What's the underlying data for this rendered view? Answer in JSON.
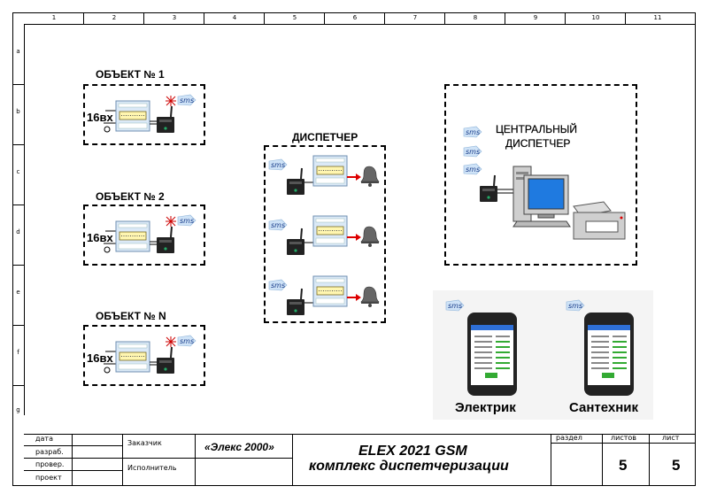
{
  "ruler": {
    "columns": [
      "1",
      "2",
      "3",
      "4",
      "5",
      "6",
      "7",
      "8",
      "9",
      "10",
      "11"
    ],
    "rows": [
      "a",
      "b",
      "c",
      "d",
      "e",
      "f",
      "g"
    ]
  },
  "objects": [
    {
      "label": "ОБЪЕКТ № 1",
      "inputs": "16вх",
      "sms": "sms"
    },
    {
      "label": "ОБЪЕКТ № 2",
      "inputs": "16вх",
      "sms": "sms"
    },
    {
      "label": "ОБЪЕКТ № N",
      "inputs": "16вх",
      "sms": "sms"
    }
  ],
  "dispatcher": {
    "label": "ДИСПЕТЧЕР",
    "sms": "sms"
  },
  "central": {
    "label_line1": "ЦЕНТРАЛЬНЫЙ",
    "label_line2": "ДИСПЕТЧЕР",
    "sms": "sms"
  },
  "phones": [
    {
      "label": "Электрик",
      "sms": "sms"
    },
    {
      "label": "Сантехник",
      "sms": "sms"
    }
  ],
  "title_block": {
    "date": "дата",
    "developed": "разраб.",
    "checked": "провер.",
    "project": "проект",
    "customer": "Заказчик",
    "executor": "Исполнитель",
    "company": "«Элекс 2000»",
    "title_line1": "ELEX 2021 GSM",
    "title_line2": "комплекс диспетчеризации",
    "section_label": "раздел",
    "sheets_label": "листов",
    "sheet_label": "лист",
    "sheets_value": "5",
    "sheet_value": "5"
  }
}
